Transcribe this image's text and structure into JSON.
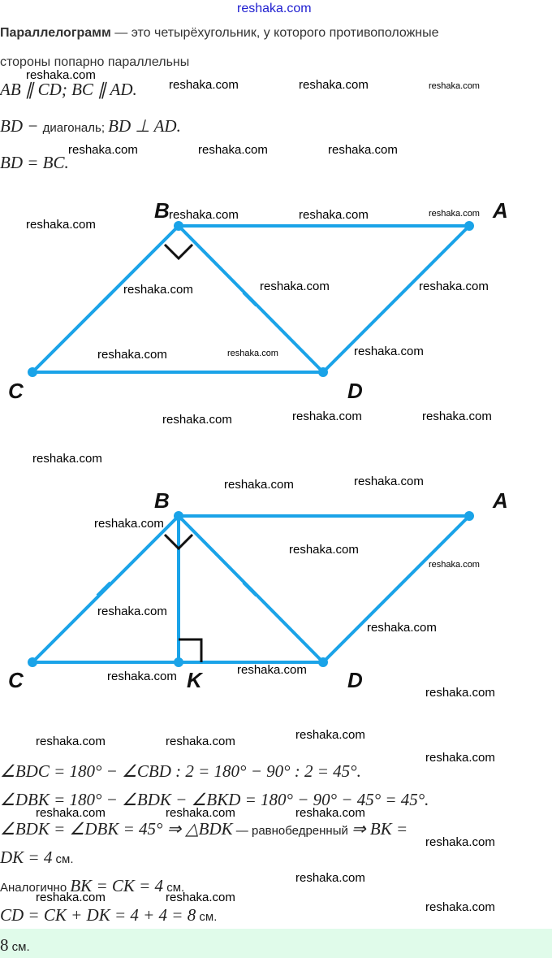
{
  "watermark": "reshaka.com",
  "intro": {
    "term": "Параллелограмм",
    "rest": " — это четырёхугольник, у которого противоположные",
    "line2": "стороны попарно параллельны"
  },
  "given": [
    "AB ∥ CD;  BC ∥ AD.",
    "BD − ",
    "диагональ; ",
    "BD ⊥ AD.",
    "BD = BC."
  ],
  "diagram1": {
    "labels": {
      "A": "A",
      "B": "B",
      "C": "C",
      "D": "D"
    }
  },
  "diagram2": {
    "labels": {
      "A": "A",
      "B": "B",
      "C": "C",
      "D": "D",
      "K": "K"
    }
  },
  "solution": {
    "l1": "∠BDC = 180° − ∠CBD : 2 = 180° − 90° : 2 = 45°.",
    "l2": "∠DBK = 180° − ∠BDK − ∠BKD = 180° − 90° − 45° = 45°.",
    "l3a": "∠BDK = ∠DBK = 45° ⇒ △BDK",
    "l3b": " — равнобедренный ",
    "l3c": "⇒ BK =",
    "l4a": "DK = 4",
    "l4b": " см.",
    "l5a": "Аналогично ",
    "l5b": "BK = CK = 4",
    "l5c": " см.",
    "l6a": "CD = CK + DK = 4 + 4 = 8",
    "l6b": " см."
  },
  "answer": {
    "num": "8",
    "unit": " см."
  },
  "colors": {
    "line": "#1aa3e8",
    "answer_bg": "#e0fbea",
    "watermark_top": "#2020d0"
  }
}
